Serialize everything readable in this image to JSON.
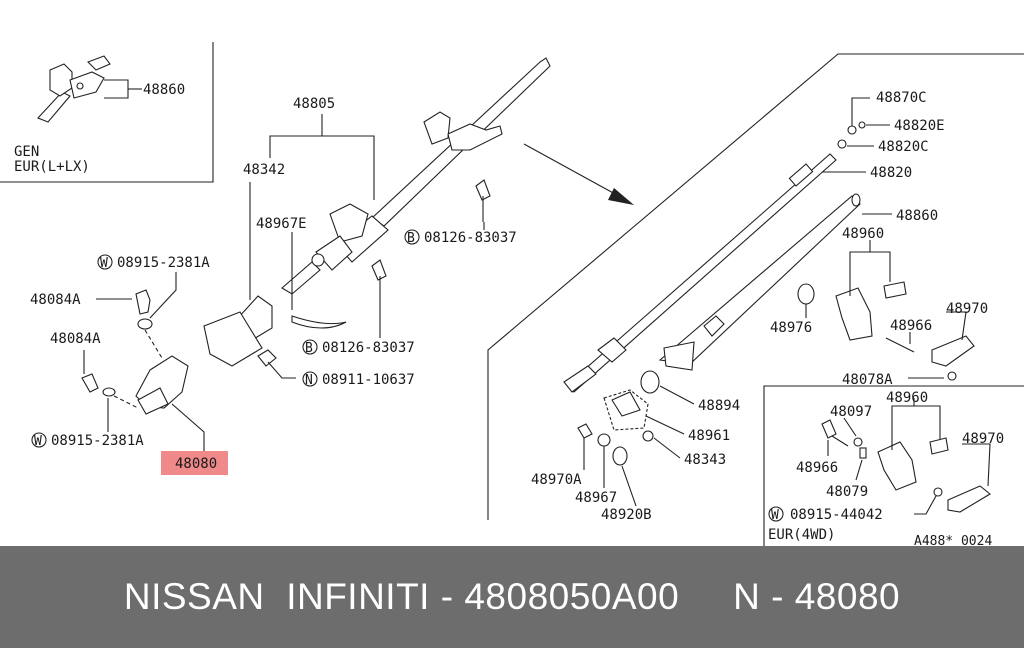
{
  "labels": {
    "l48860_top": "48860",
    "gen": "GEN",
    "eur_l_lx": "EUR(L+LX)",
    "l48805": "48805",
    "l48342": "48342",
    "l48967e": "48967E",
    "w08915_a_top": "08915-2381A",
    "l48084a_1": "48084A",
    "l48084a_2": "48084A",
    "w08915_a_bot": "08915-2381A",
    "l48080": "48080",
    "b08126_top": "08126-83037",
    "b08126_bot": "08126-83037",
    "n08911": "08911-10637",
    "l48870c": "48870C",
    "l48820e": "48820E",
    "l48820c": "48820C",
    "l48820": "48820",
    "l48860_right": "48860",
    "l48960_top": "48960",
    "l48970_top": "48970",
    "l48976": "48976",
    "l48966_top": "48966",
    "l48078a": "48078A",
    "l48894": "48894",
    "l48961": "48961",
    "l48343": "48343",
    "l48970a": "48970A",
    "l48967": "48967",
    "l48920b": "48920B",
    "l48097": "48097",
    "l48960_bot": "48960",
    "l48970_bot": "48970",
    "l48966_bot": "48966",
    "l48079": "48079",
    "w08915_44042": "08915-44042",
    "eur_4wd": "EUR(4WD)",
    "code": "A488* 0024"
  },
  "markers": {
    "w": "W",
    "b": "B",
    "n": "N"
  },
  "footer": {
    "text": "NISSAN  INFINITI - 4808050A00     N - 48080"
  },
  "colors": {
    "highlight": "#f08a8a",
    "footer_bg": "#6d6d6d",
    "footer_text": "#ffffff"
  }
}
